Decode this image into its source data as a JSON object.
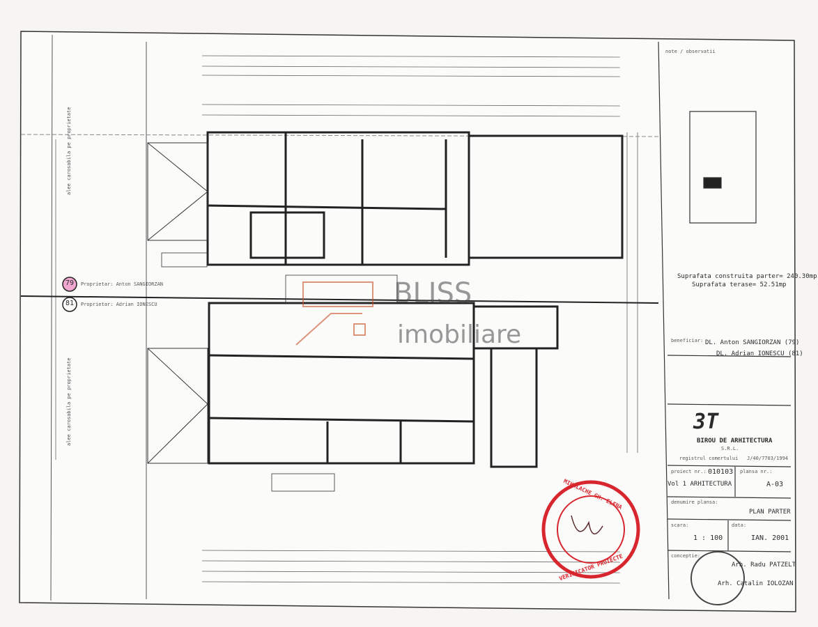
{
  "title_block": {
    "notes_label": "note / observatii",
    "area_built": "Suprafata construita parter= 240.30mp",
    "area_terraces": "Suprafata terase= 52.51mp",
    "beneficiary_label": "beneficiar:",
    "beneficiary_1": "DL. Anton SANGIORZAN (79)",
    "beneficiary_2": "DL. Adrian IONESCU (81)",
    "firm_logo": "3T",
    "firm_name": "BIROU DE ARHITECTURA",
    "firm_suffix": "S.R.L.",
    "registry_label": "registrul comertului",
    "registry_value": "J/40/7703/1994",
    "project_label": "proiect nr.:",
    "project_number": "010103",
    "volume": "Vol 1 ARHITECTURA",
    "sheet_label": "plansa nr.:",
    "sheet_number": "A-03",
    "sheet_name_label": "denumire plansa:",
    "sheet_name": "PLAN PARTER",
    "scale_label": "scara:",
    "scale": "1 : 100",
    "date_label": "data:",
    "date": "IAN. 2001",
    "concept_label": "conceptie:",
    "architect_1": "Arh. Radu PATZELT",
    "architect_2": "Arh. Catalin IOLOZAN"
  },
  "owners": [
    {
      "number": "79",
      "label": "Proprietar: Anton SANGIORZAN"
    },
    {
      "number": "81",
      "label": "Proprietar: Adrian IONESCU"
    }
  ],
  "side_labels": [
    "alee carosabila pe proprietate",
    "alee carosabila pe proprietate"
  ],
  "stamp": {
    "name": "MIHALACHE GH. ELENA",
    "role": "VERIFICATOR PROIECTE"
  },
  "watermark": {
    "brand": "BLISS",
    "sub": "imobiliare"
  },
  "colors": {
    "stamp": "#d8262e",
    "highlight": "#e64fa0",
    "watermark": "#d06030"
  }
}
